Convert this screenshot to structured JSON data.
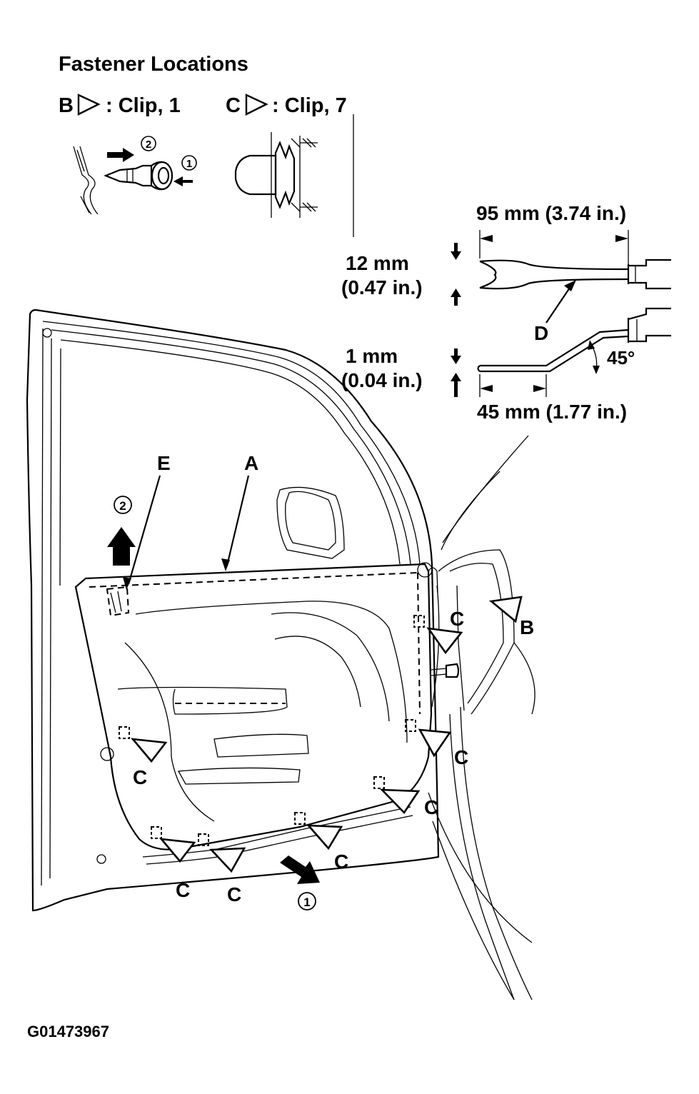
{
  "header": {
    "title": "Fastener Locations",
    "legend": [
      {
        "letter": "B",
        "text": ": Clip, 1"
      },
      {
        "letter": "C",
        "text": ": Clip, 7"
      }
    ]
  },
  "steps": [
    "1",
    "2"
  ],
  "tool": {
    "label": "D",
    "length_top": "95 mm (3.74 in.)",
    "width": "12 mm",
    "width_in": "(0.47 in.)",
    "thickness": "1 mm",
    "thickness_in": "(0.04 in.)",
    "angle": "45°",
    "length_bottom": "45 mm (1.77 in.)"
  },
  "parts": {
    "panel": "A",
    "clip_b": "B",
    "clip_c": "C",
    "handle": "E"
  },
  "figure_id": "G01473967"
}
